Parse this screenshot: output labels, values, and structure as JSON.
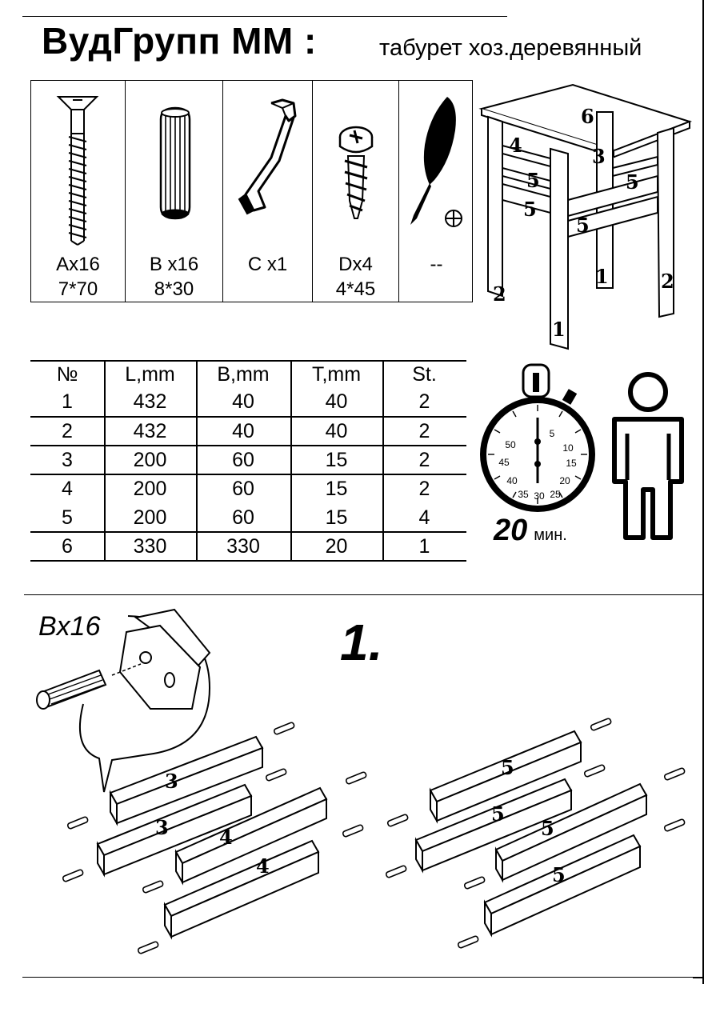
{
  "header": {
    "brand": "ВудГрупп ММ :",
    "product": "табурет хоз.деревянный"
  },
  "hardware": [
    {
      "icon": "bolt-icon",
      "label": "Ax16",
      "size": "7*70"
    },
    {
      "icon": "dowel-icon",
      "label": "B x16",
      "size": "8*30"
    },
    {
      "icon": "hex-key-icon",
      "label": "C x1",
      "size": ""
    },
    {
      "icon": "screw-icon",
      "label": "Dx4",
      "size": "4*45"
    },
    {
      "icon": "pencil-screwdriver-icon",
      "label": "--",
      "size": ""
    }
  ],
  "parts_table": {
    "headers": [
      "№",
      "L,mm",
      "B,mm",
      "T,mm",
      "St."
    ],
    "rows": [
      [
        "1",
        "432",
        "40",
        "40",
        "2"
      ],
      [
        "2",
        "432",
        "40",
        "40",
        "2"
      ],
      [
        "3",
        "200",
        "60",
        "15",
        "2"
      ],
      [
        "4",
        "200",
        "60",
        "15",
        "2"
      ],
      [
        "5",
        "200",
        "60",
        "15",
        "4"
      ],
      [
        "6",
        "330",
        "330",
        "20",
        "1"
      ]
    ]
  },
  "stool_labels": [
    "6",
    "4",
    "3",
    "5",
    "5",
    "5",
    "5",
    "1",
    "2",
    "2",
    "1"
  ],
  "timer": {
    "value": "20",
    "unit": "мин.",
    "dial": [
      "50",
      "5",
      "10",
      "45",
      "15",
      "40",
      "20",
      "35",
      "30",
      "25"
    ]
  },
  "step": {
    "number": "1.",
    "callout": "Bx16"
  },
  "bars": [
    "3",
    "3",
    "4",
    "4",
    "5",
    "5",
    "5",
    "5"
  ]
}
